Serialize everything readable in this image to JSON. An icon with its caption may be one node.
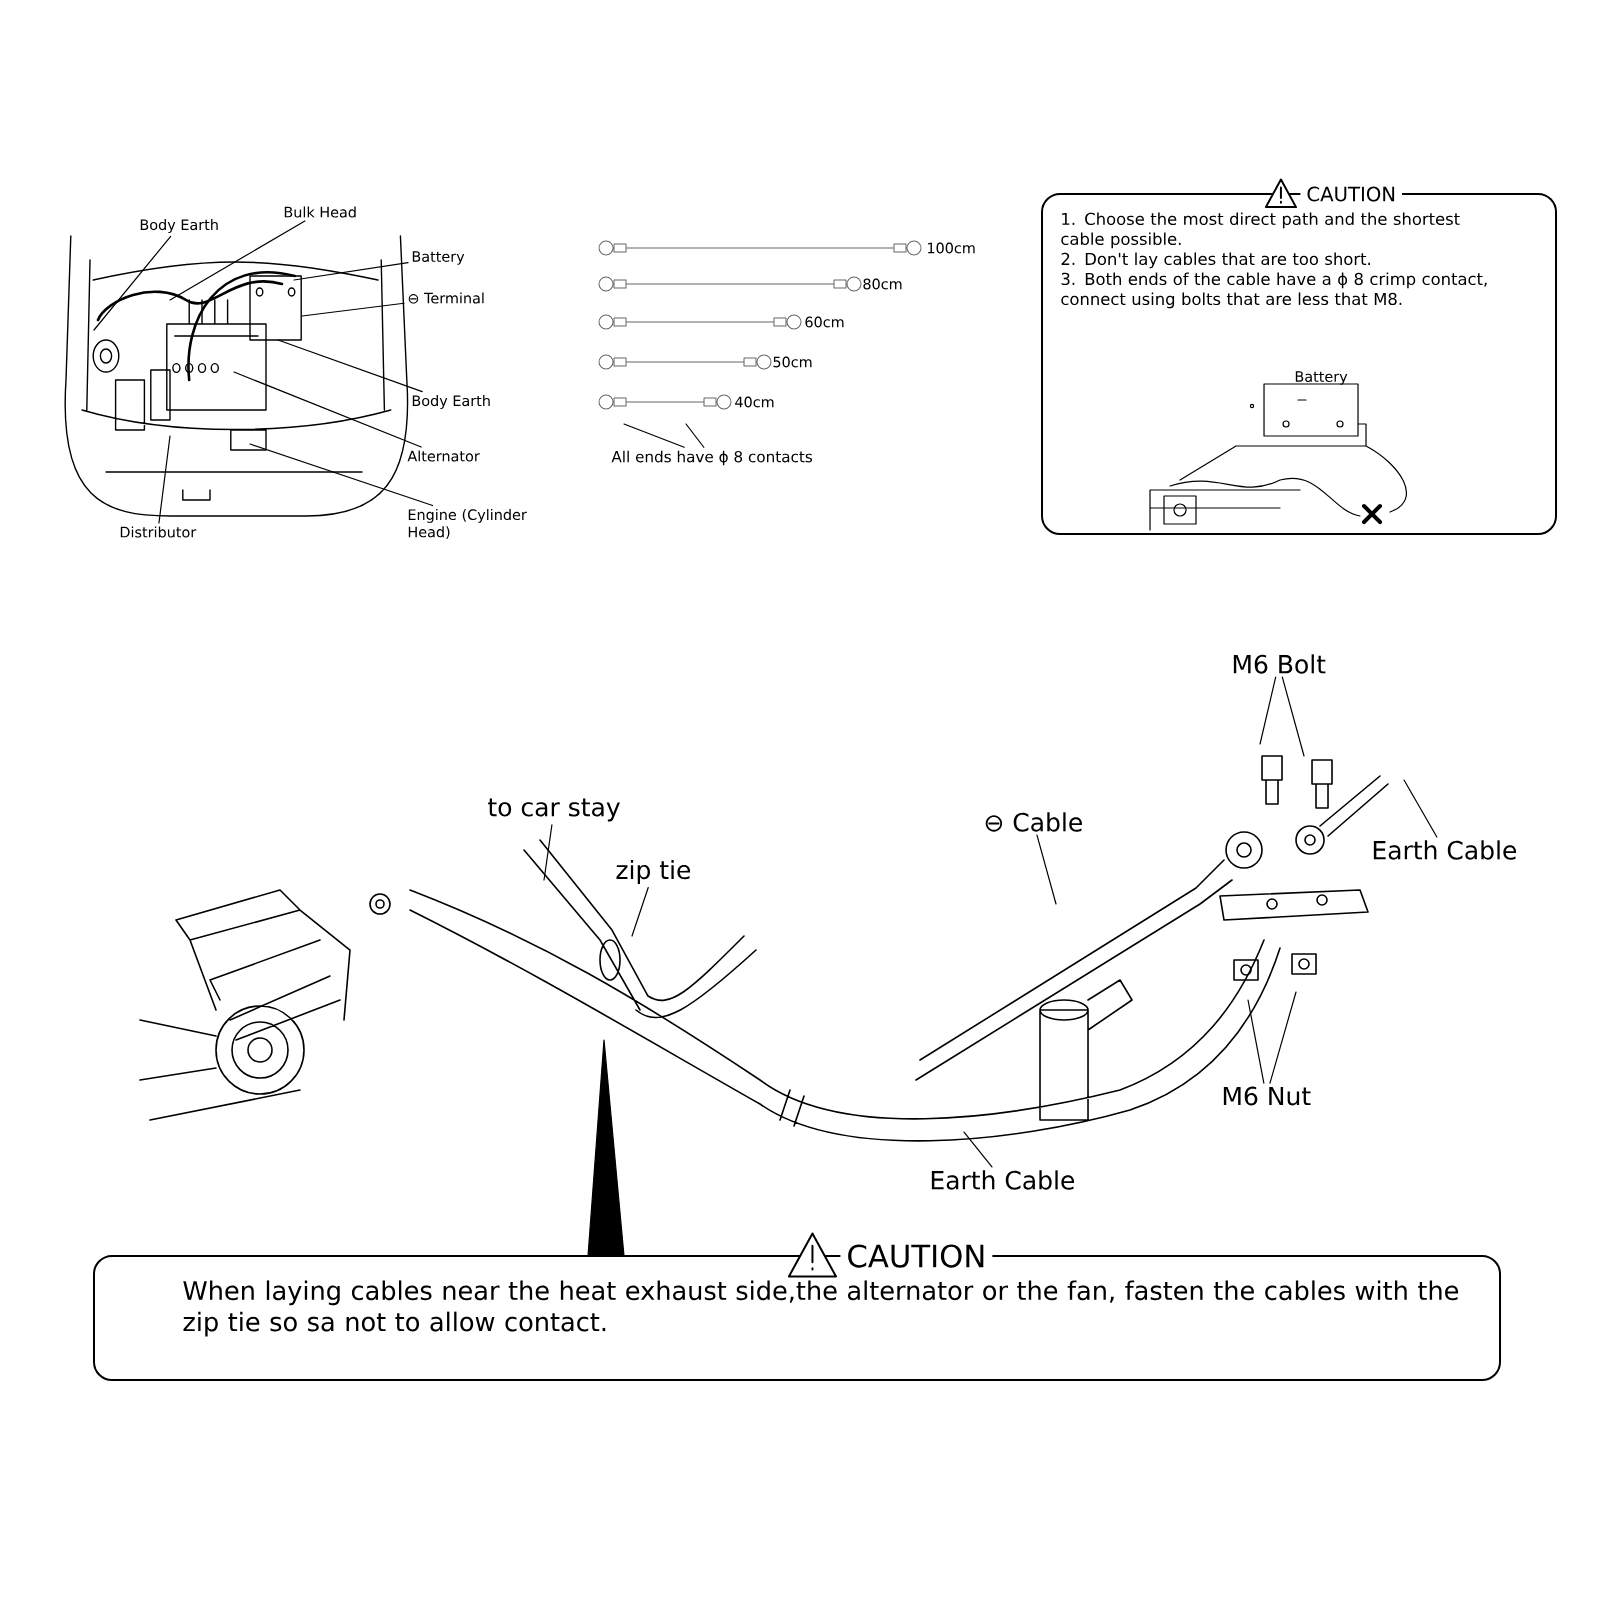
{
  "diagram": {
    "nodes": [
      {
        "text": [
          "Body Earth"
        ]
      },
      {
        "text": [
          "Bulk Head"
        ]
      },
      {
        "text": [
          "Battery"
        ]
      },
      {
        "text": [
          "⊖ Terminal"
        ]
      },
      {
        "text": [
          "Body Earth"
        ]
      },
      {
        "text": [
          "Alternator"
        ]
      },
      {
        "text": [
          "Distributor"
        ]
      },
      {
        "text": [
          "Engine (Cylinder Head)"
        ]
      },
      {
        "text": [
          "All ends have ϕ 8 contacts"
        ]
      },
      {
        "text": [
          "CAUTION",
          "1. Choose the most direct path and the shortest cable possible.",
          "2. Don't lay cables that are too short.",
          "3. Both ends of the cable have a ϕ 8 crimp contact, connect using bolts that are less that M8."
        ]
      },
      {
        "text": [
          "to car stay"
        ]
      },
      {
        "text": [
          "zip tie"
        ]
      },
      {
        "text": [
          "⊖ Cable"
        ]
      },
      {
        "text": [
          "M6 Bolt"
        ]
      },
      {
        "text": [
          "Earth Cable"
        ]
      },
      {
        "text": [
          "M6 Nut"
        ]
      },
      {
        "text": [
          "Earth Cable"
        ]
      },
      {
        "text": [
          "CAUTION",
          "When laying cables near the heat exhaust side,the alternator or the fan, fasten the cables with the zip tie so sa not to allow contact."
        ]
      }
    ],
    "edges": [
      {
        "from": 0,
        "to": null,
        "arrow": "none"
      },
      {
        "from": 1,
        "to": null,
        "arrow": "none"
      },
      {
        "from": 2,
        "to": null,
        "arrow": "none"
      },
      {
        "from": 3,
        "to": null,
        "arrow": "none"
      },
      {
        "from": 4,
        "to": null,
        "arrow": "none"
      },
      {
        "from": 5,
        "to": null,
        "arrow": "none"
      },
      {
        "from": 6,
        "to": null,
        "arrow": "none"
      },
      {
        "from": 7,
        "to": null,
        "arrow": "none"
      },
      {
        "from": 8,
        "to": null,
        "arrow": "none"
      },
      {
        "from": 8,
        "to": null,
        "arrow": "none"
      },
      {
        "from": 10,
        "to": null,
        "arrow": "none"
      },
      {
        "from": 11,
        "to": null,
        "arrow": "none"
      },
      {
        "from": 12,
        "to": null,
        "arrow": "none"
      },
      {
        "from": 13,
        "to": null,
        "arrow": "none"
      },
      {
        "from": 13,
        "to": null,
        "arrow": "none"
      },
      {
        "from": 14,
        "to": null,
        "arrow": "none"
      },
      {
        "from": 15,
        "to": null,
        "arrow": "none"
      },
      {
        "from": 15,
        "to": null,
        "arrow": "none"
      },
      {
        "from": 16,
        "to": null,
        "arrow": "none"
      },
      {
        "from": 17,
        "to": null,
        "arrow": "to",
        "style": "thick"
      }
    ],
    "labels": [
      "100cm",
      "80cm",
      "60cm",
      "50cm",
      "40cm",
      "Battery"
    ]
  }
}
